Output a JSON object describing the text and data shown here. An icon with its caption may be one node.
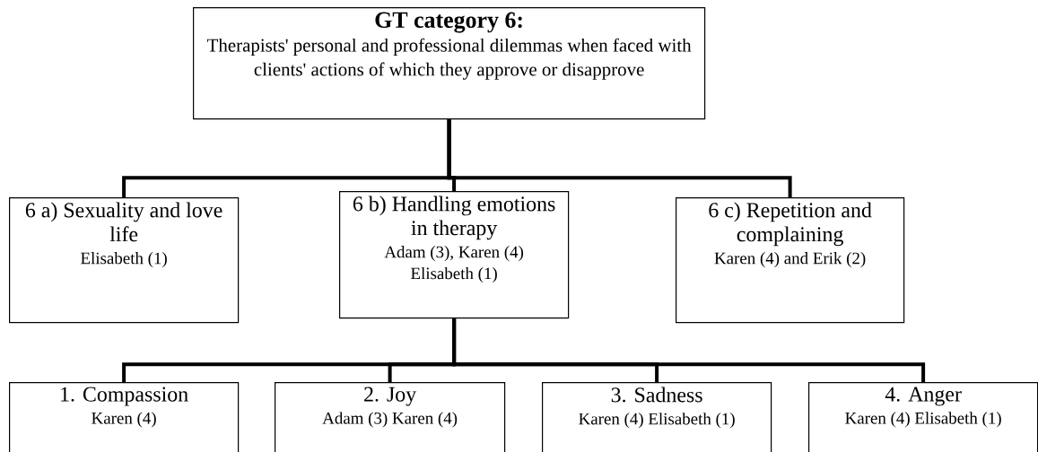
{
  "diagram": {
    "nodes": [
      {
        "text": [
          "GT category 6:",
          "Therapists' personal and professional dilemmas when faced with clients' actions of which they approve or disapprove"
        ]
      },
      {
        "text": [
          "6 a) Sexuality and love life",
          "Elisabeth (1)"
        ]
      },
      {
        "text": [
          "6 b) Handling emotions in therapy",
          "Adam (3), Karen (4) Elisabeth (1)"
        ]
      },
      {
        "text": [
          "6 c) Repetition and complaining",
          "Karen (4) and Erik (2)"
        ]
      },
      {
        "text": [
          "1. Compassion",
          "Karen (4)"
        ]
      },
      {
        "text": [
          "2. Joy",
          "Adam (3) Karen (4)"
        ]
      },
      {
        "text": [
          "3. Sadness",
          "Karen (4) Elisabeth (1)"
        ]
      },
      {
        "text": [
          "4. Anger",
          "Karen (4) Elisabeth (1)"
        ]
      }
    ],
    "edges": [
      {
        "from": 0,
        "to": 1,
        "arrow": "none"
      },
      {
        "from": 0,
        "to": 2,
        "arrow": "none"
      },
      {
        "from": 0,
        "to": 3,
        "arrow": "none"
      },
      {
        "from": 2,
        "to": 4,
        "arrow": "none"
      },
      {
        "from": 2,
        "to": 5,
        "arrow": "none"
      },
      {
        "from": 2,
        "to": 6,
        "arrow": "none"
      },
      {
        "from": 2,
        "to": 7,
        "arrow": "none"
      }
    ]
  }
}
